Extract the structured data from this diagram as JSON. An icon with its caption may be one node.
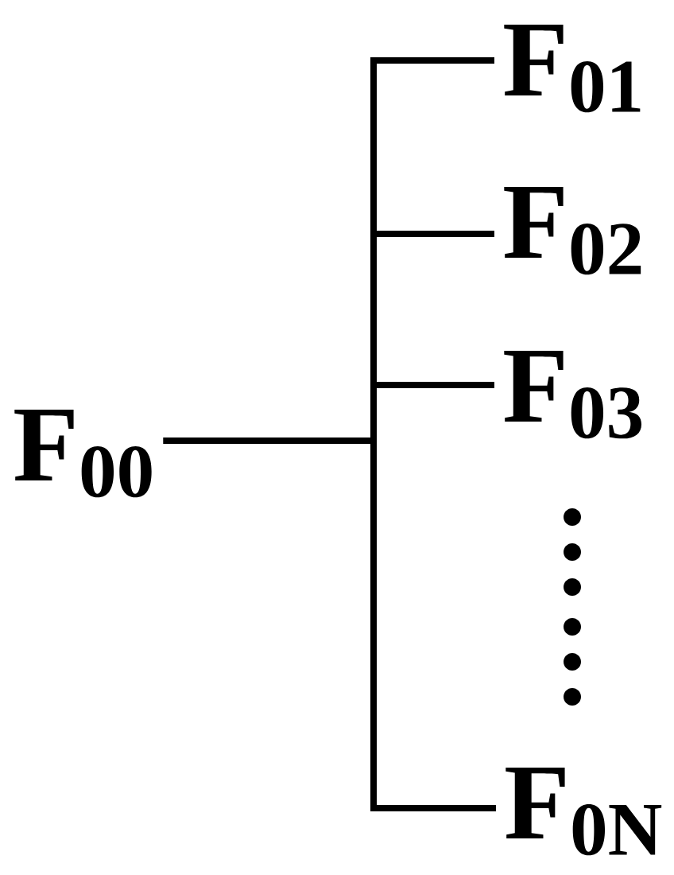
{
  "diagram": {
    "nodes": [
      {
        "text": [
          "F$_{00}$"
        ]
      },
      {
        "text": [
          "F$_{01}$"
        ]
      },
      {
        "text": [
          "F$_{02}$"
        ]
      },
      {
        "text": [
          "F$_{03}$"
        ]
      },
      {
        "text": [
          "F$_{0N}$"
        ]
      }
    ],
    "edges": [
      {
        "from": 0,
        "to": 1,
        "arrow": "none"
      },
      {
        "from": 0,
        "to": 2,
        "arrow": "none"
      },
      {
        "from": 0,
        "to": 3,
        "arrow": "none"
      },
      {
        "from": 0,
        "to": 4,
        "arrow": "none"
      }
    ]
  }
}
